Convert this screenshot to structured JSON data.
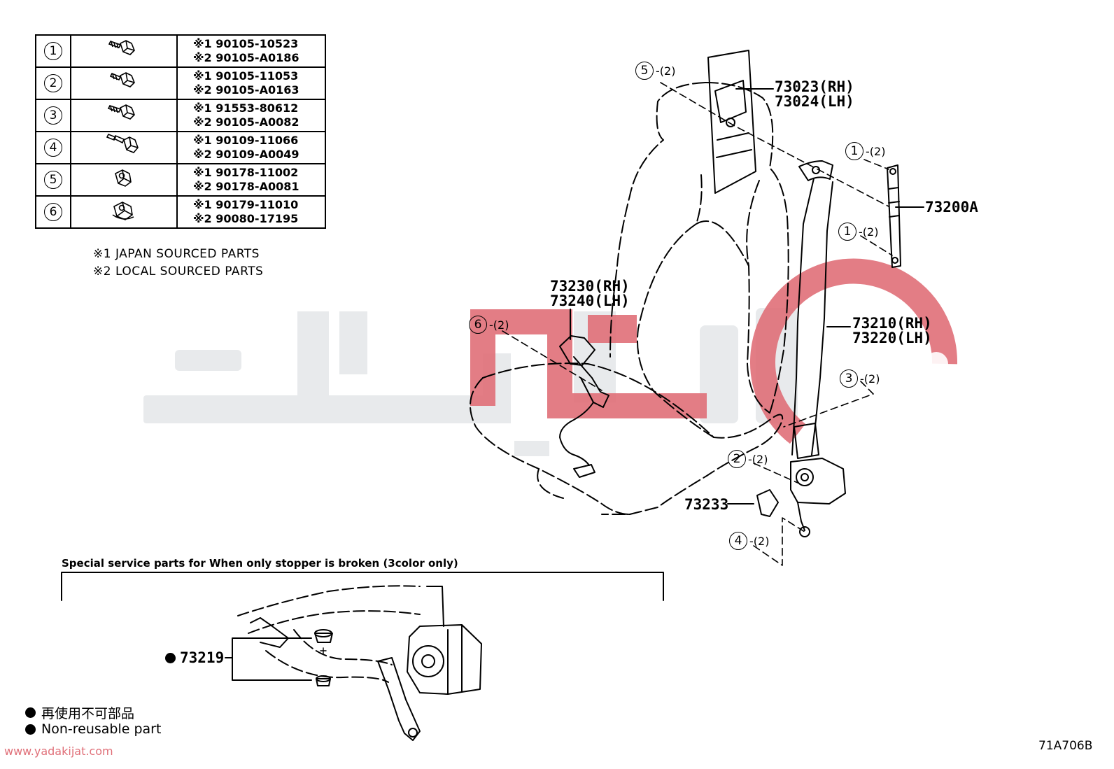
{
  "fastener_table": {
    "rows": [
      {
        "num": "1",
        "icon": "bolt-icon",
        "code1": "※1 90105-10523",
        "code2": "※2 90105-A0186"
      },
      {
        "num": "2",
        "icon": "bolt-icon",
        "code1": "※1 90105-11053",
        "code2": "※2 90105-A0163"
      },
      {
        "num": "3",
        "icon": "bolt-icon",
        "code1": "※1 91553-80612",
        "code2": "※2 90105-A0082"
      },
      {
        "num": "4",
        "icon": "shoulder-bolt-icon",
        "code1": "※1 90109-11066",
        "code2": "※2 90109-A0049"
      },
      {
        "num": "5",
        "icon": "nut-icon",
        "code1": "※1 90178-11002",
        "code2": "※2 90178-A0081"
      },
      {
        "num": "6",
        "icon": "flange-nut-icon",
        "code1": "※1 90179-11010",
        "code2": "※2 90080-17195"
      }
    ]
  },
  "notes": {
    "note1": "※1  JAPAN SOURCED PARTS",
    "note2": "※2  LOCAL SOURCED PARTS"
  },
  "part_labels": {
    "p73023": "73023(RH)",
    "p73024": "73024(LH)",
    "p73200A": "73200A",
    "p73230": "73230(RH)",
    "p73240": "73240(LH)",
    "p73210": "73210(RH)",
    "p73220": "73220(LH)",
    "p73233": "73233",
    "p73219": "73219"
  },
  "callouts": {
    "c5": {
      "num": "5",
      "qty": "-(2)"
    },
    "c1a": {
      "num": "1",
      "qty": "-(2)"
    },
    "c1b": {
      "num": "1",
      "qty": "-(2)"
    },
    "c6": {
      "num": "6",
      "qty": "-(2)"
    },
    "c3": {
      "num": "3",
      "qty": "-(2)"
    },
    "c2": {
      "num": "2",
      "qty": "-(2)"
    },
    "c4": {
      "num": "4",
      "qty": "-(2)"
    }
  },
  "special_service": {
    "caption": "Special service parts for When only stopper is broken (3color only)"
  },
  "legend": {
    "line1": "再使用不可部品",
    "line2": "Non-reusable part"
  },
  "watermark": {
    "url": "www.yadakijat.com",
    "logo_color": "#e06f78",
    "text_color": "#e8eaec"
  },
  "diagram_code": "71A706B"
}
